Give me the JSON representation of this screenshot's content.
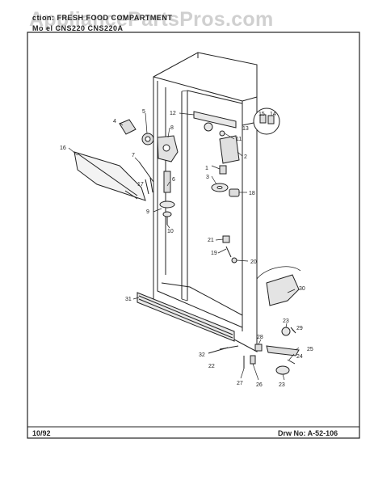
{
  "header": {
    "section_line": "ction: FRESH FOOD COMPARTMENT",
    "model_line": "Mo el    CNS220     CNS220A"
  },
  "watermark": "AppliancePartsPros.com",
  "footer": {
    "date": "10/92",
    "drawing_number": "Drw No: A-52-106"
  },
  "part_callouts": [
    "1",
    "2",
    "3",
    "4",
    "5",
    "6",
    "7",
    "8",
    "9",
    "10",
    "11",
    "12",
    "13",
    "14",
    "15",
    "16",
    "17",
    "18",
    "19",
    "20",
    "21",
    "22",
    "23",
    "23",
    "24",
    "25",
    "26",
    "27",
    "28",
    "29",
    "30",
    "31",
    "32"
  ]
}
